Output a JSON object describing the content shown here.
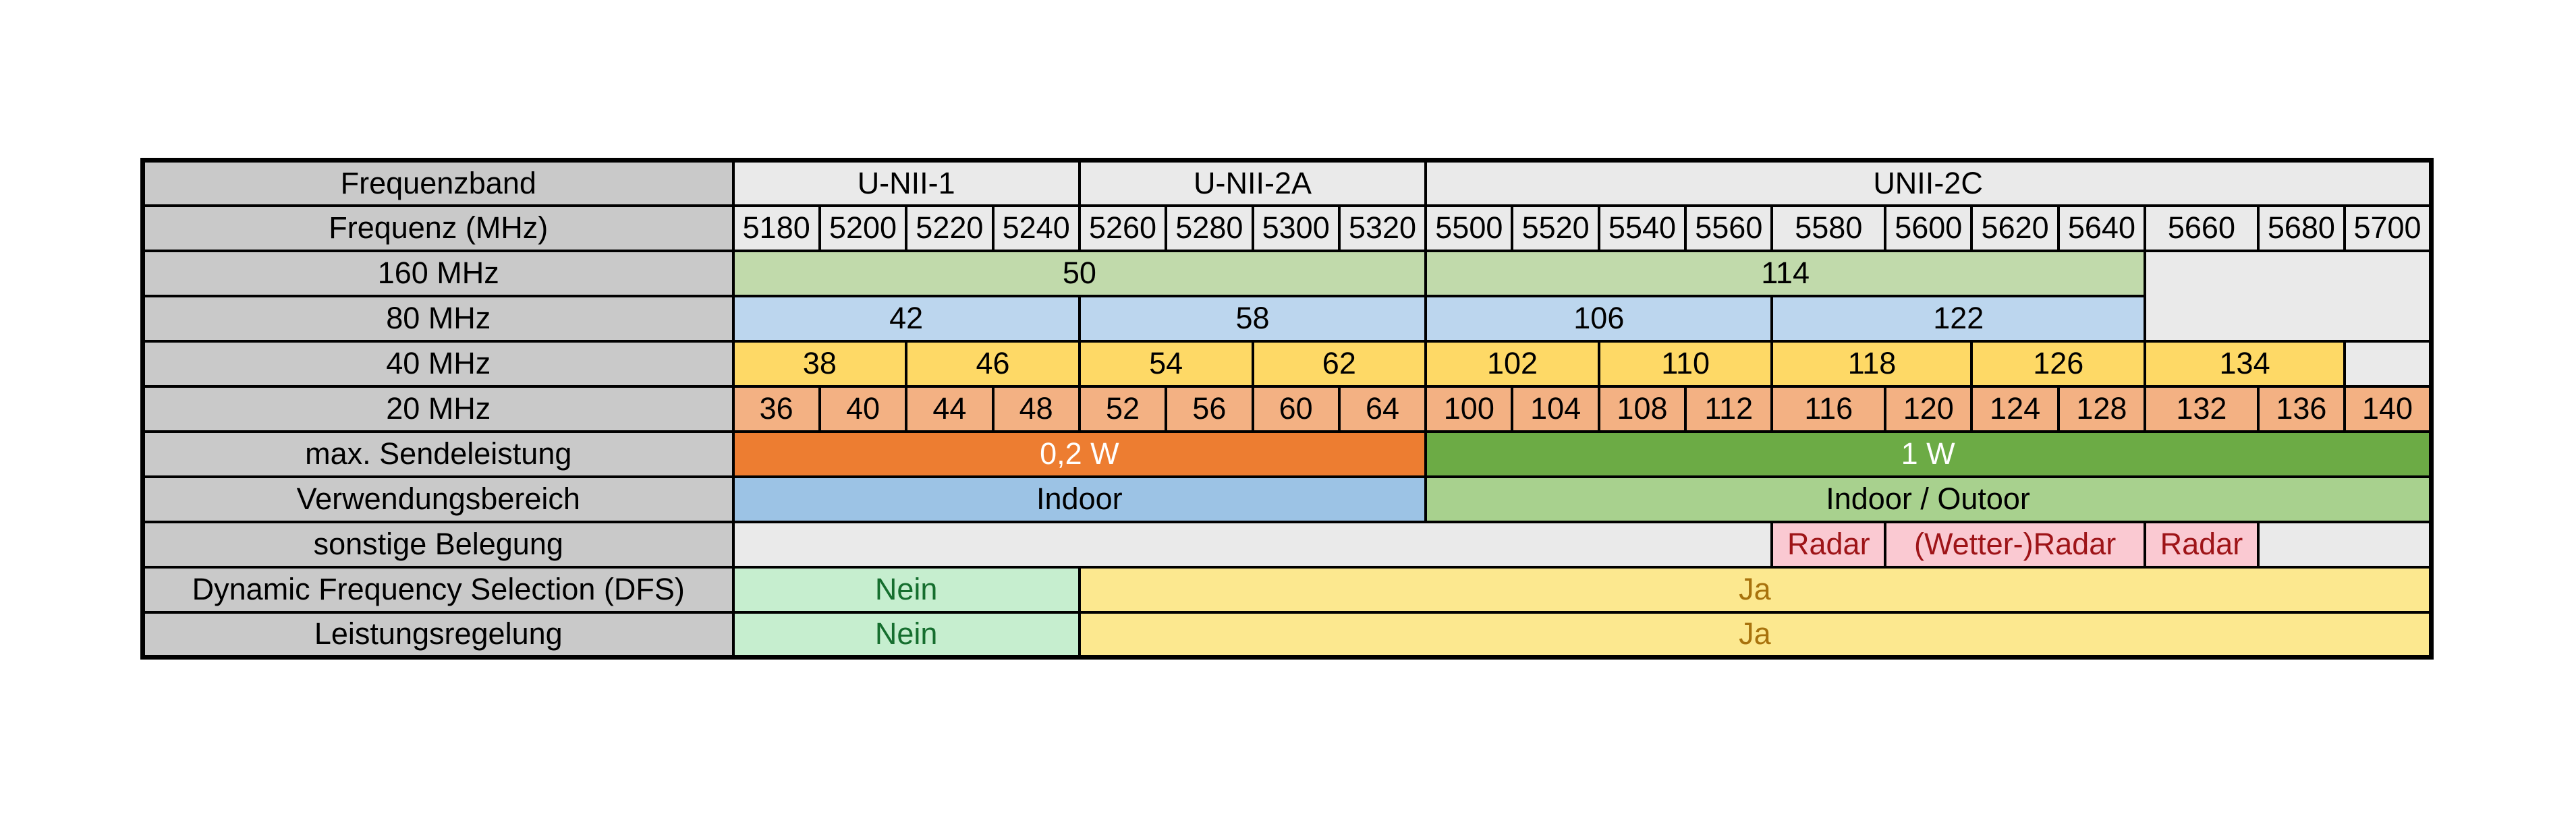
{
  "chart_data": {
    "type": "table",
    "description_colors": {
      "row_header_bg": "#c9c9c9",
      "band_header_bg": "#eaeaea",
      "empty_cell_bg": "#eaeaea",
      "channel_160_bg": "#c1daab",
      "channel_80_bg": "#bcd6ee",
      "channel_40_bg": "#fed966",
      "channel_20_bg": "#f3b183",
      "power_low_bg": "#ed7d31",
      "power_low_text": "#ffffff",
      "power_high_bg": "#6cab45",
      "power_high_text": "#ffffff",
      "indoor_bg": "#9cc3e5",
      "indoor_outdoor_bg": "#a8d18e",
      "radar_bg": "#fac9d2",
      "radar_text": "#9e1418",
      "nein_bg": "#c6eecf",
      "nein_text": "#156e2e",
      "ja_bg": "#fce88f",
      "ja_text": "#a8720c",
      "border": "#000000"
    },
    "rows": [
      {
        "header": "Frequenzband",
        "cells": [
          {
            "text": "U-NII-1",
            "span": 4
          },
          {
            "text": "U-NII-2A",
            "span": 4
          },
          {
            "text": "UNII-2C",
            "span": 11
          }
        ]
      },
      {
        "header": "Frequenz (MHz)",
        "cells": [
          {
            "text": "5180",
            "span": 1
          },
          {
            "text": "5200",
            "span": 1
          },
          {
            "text": "5220",
            "span": 1
          },
          {
            "text": "5240",
            "span": 1
          },
          {
            "text": "5260",
            "span": 1
          },
          {
            "text": "5280",
            "span": 1
          },
          {
            "text": "5300",
            "span": 1
          },
          {
            "text": "5320",
            "span": 1
          },
          {
            "text": "5500",
            "span": 1
          },
          {
            "text": "5520",
            "span": 1
          },
          {
            "text": "5540",
            "span": 1
          },
          {
            "text": "5560",
            "span": 1
          },
          {
            "text": "5580",
            "span": 1
          },
          {
            "text": "5600",
            "span": 1
          },
          {
            "text": "5620",
            "span": 1
          },
          {
            "text": "5640",
            "span": 1
          },
          {
            "text": "5660",
            "span": 1
          },
          {
            "text": "5680",
            "span": 1
          },
          {
            "text": "5700",
            "span": 1
          }
        ]
      },
      {
        "header": "160 MHz",
        "cells": [
          {
            "text": "50",
            "span": 8
          },
          {
            "text": "114",
            "span": 8
          },
          {
            "text": "",
            "span": 3,
            "rowspan": 2
          }
        ]
      },
      {
        "header": "80 MHz",
        "cells": [
          {
            "text": "42",
            "span": 4
          },
          {
            "text": "58",
            "span": 4
          },
          {
            "text": "106",
            "span": 4
          },
          {
            "text": "122",
            "span": 4
          }
        ]
      },
      {
        "header": "40 MHz",
        "cells": [
          {
            "text": "38",
            "span": 2
          },
          {
            "text": "46",
            "span": 2
          },
          {
            "text": "54",
            "span": 2
          },
          {
            "text": "62",
            "span": 2
          },
          {
            "text": "102",
            "span": 2
          },
          {
            "text": "110",
            "span": 2
          },
          {
            "text": "118",
            "span": 2
          },
          {
            "text": "126",
            "span": 2
          },
          {
            "text": "134",
            "span": 2
          },
          {
            "text": "",
            "span": 1
          }
        ]
      },
      {
        "header": "20 MHz",
        "cells": [
          {
            "text": "36",
            "span": 1
          },
          {
            "text": "40",
            "span": 1
          },
          {
            "text": "44",
            "span": 1
          },
          {
            "text": "48",
            "span": 1
          },
          {
            "text": "52",
            "span": 1
          },
          {
            "text": "56",
            "span": 1
          },
          {
            "text": "60",
            "span": 1
          },
          {
            "text": "64",
            "span": 1
          },
          {
            "text": "100",
            "span": 1
          },
          {
            "text": "104",
            "span": 1
          },
          {
            "text": "108",
            "span": 1
          },
          {
            "text": "112",
            "span": 1
          },
          {
            "text": "116",
            "span": 1
          },
          {
            "text": "120",
            "span": 1
          },
          {
            "text": "124",
            "span": 1
          },
          {
            "text": "128",
            "span": 1
          },
          {
            "text": "132",
            "span": 1
          },
          {
            "text": "136",
            "span": 1
          },
          {
            "text": "140",
            "span": 1
          }
        ]
      },
      {
        "header": "max. Sendeleistung",
        "cells": [
          {
            "text": "0,2 W",
            "span": 8
          },
          {
            "text": "1 W",
            "span": 11
          }
        ]
      },
      {
        "header": "Verwendungsbereich",
        "cells": [
          {
            "text": "Indoor",
            "span": 8
          },
          {
            "text": "Indoor / Outoor",
            "span": 11
          }
        ]
      },
      {
        "header": "sonstige Belegung",
        "cells": [
          {
            "text": "",
            "span": 12
          },
          {
            "text": "Radar",
            "span": 1
          },
          {
            "text": "(Wetter-)Radar",
            "span": 3
          },
          {
            "text": "Radar",
            "span": 1
          },
          {
            "text": "",
            "span": 2
          }
        ]
      },
      {
        "header": "Dynamic Frequency Selection (DFS)",
        "cells": [
          {
            "text": "Nein",
            "span": 4
          },
          {
            "text": "Ja",
            "span": 15
          }
        ]
      },
      {
        "header": "Leistungsregelung",
        "cells": [
          {
            "text": "Nein",
            "span": 4
          },
          {
            "text": "Ja",
            "span": 15
          }
        ]
      }
    ]
  }
}
